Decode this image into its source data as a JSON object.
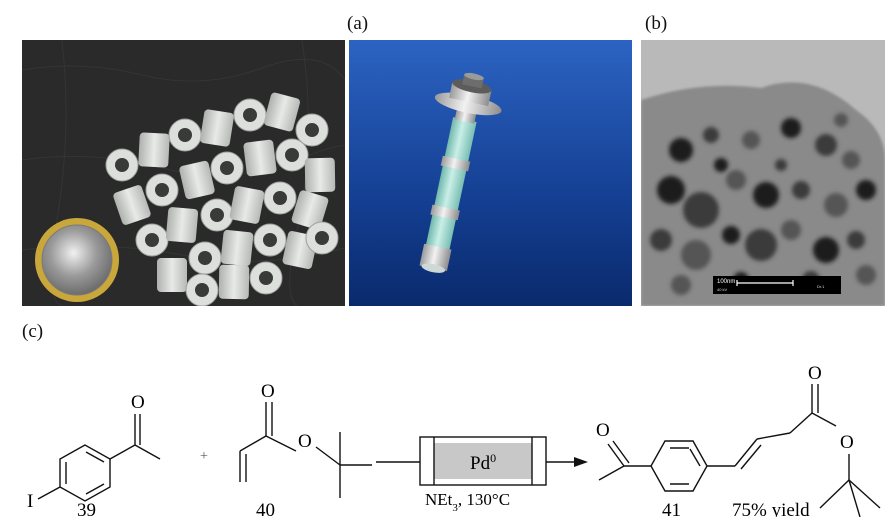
{
  "figure": {
    "label_a": "(a)",
    "label_b": "(b)",
    "label_c": "(c)"
  },
  "tem": {
    "scale_text": "100nm",
    "scale_text_small": "40 kV",
    "scale_text_right": "Dr.1"
  },
  "scheme": {
    "compound_39": "39",
    "compound_40": "40",
    "compound_41": "41",
    "plus": "+",
    "reactor_label": "Pd",
    "reactor_superscript": "0",
    "conditions": "NEt",
    "conditions_sub": "3",
    "conditions_rest": ", 130°C",
    "yield": "75% yield",
    "atom_I": "I",
    "atom_O": "O"
  },
  "colors": {
    "rings_bg": "#2b2b2b",
    "ring": "#d9dcd9",
    "column_bg_top": "#1b4fa8",
    "column_bg_bottom": "#0a2a6c",
    "column_tube": "#9fd6cc",
    "tem_bg": "#b5b5b5",
    "reactor_fill": "#c8c8c8"
  }
}
